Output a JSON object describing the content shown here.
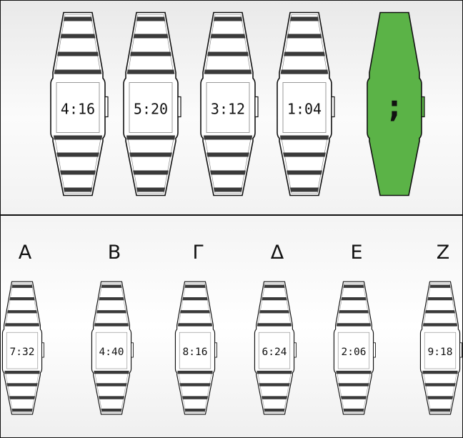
{
  "top_row": {
    "watches": [
      {
        "time": "4:16"
      },
      {
        "time": "5:20"
      },
      {
        "time": "3:12"
      },
      {
        "time": "1:04"
      },
      {
        "time": ";",
        "highlight": true
      }
    ],
    "highlight_color": "#5bb347"
  },
  "bottom_row": {
    "options": [
      {
        "label": "A",
        "time": "7:32"
      },
      {
        "label": "B",
        "time": "4:40"
      },
      {
        "label": "Γ",
        "time": "8:16"
      },
      {
        "label": "Δ",
        "time": "6:24"
      },
      {
        "label": "E",
        "time": "2:06"
      },
      {
        "label": "Z",
        "time": "9:18"
      }
    ]
  },
  "colors": {
    "stripe": "#3a3a3a",
    "outline": "#111111"
  }
}
